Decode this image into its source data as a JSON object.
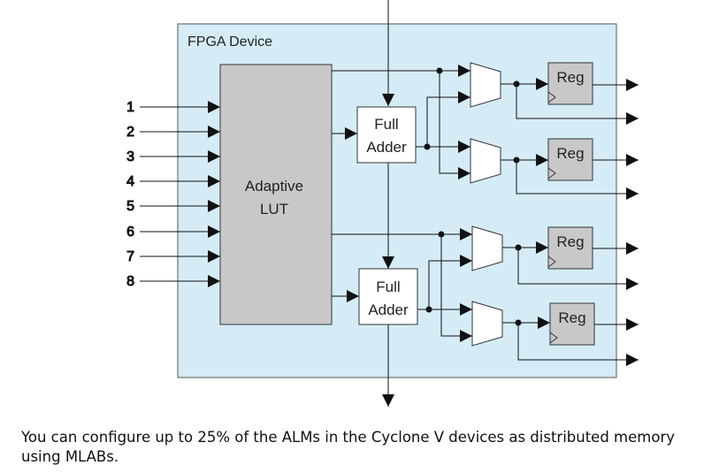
{
  "diagram": {
    "title": "FPGA Device",
    "lut_label": [
      "Adaptive",
      "LUT"
    ],
    "adder_label": [
      "Full",
      "Adder"
    ],
    "reg_label": "Reg",
    "inputs": [
      "1",
      "2",
      "3",
      "4",
      "5",
      "6",
      "7",
      "8"
    ],
    "colors": {
      "device_fill": "#d5ecf6",
      "block_fill": "#c8c8c8",
      "line": "#111111"
    }
  },
  "caption": "You can configure up to 25% of the ALMs in the Cyclone V devices as distributed memory using MLABs."
}
